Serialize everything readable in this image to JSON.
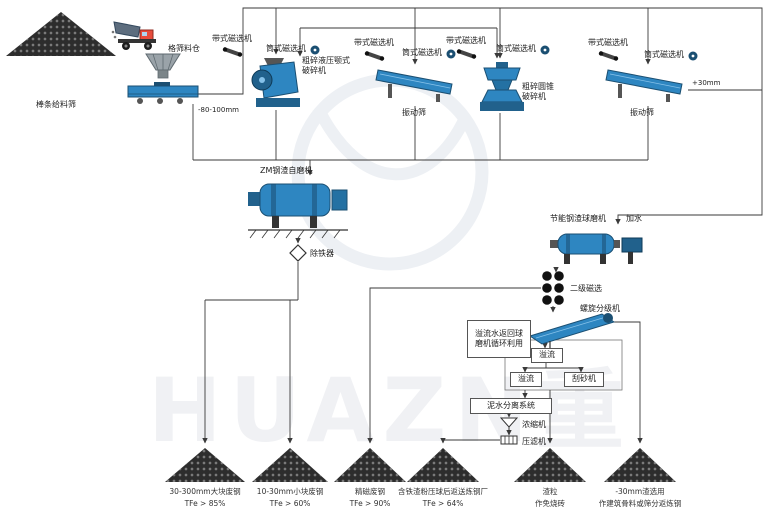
{
  "watermark": {
    "text": "HUAZN重"
  },
  "feed": {
    "silo_label": "格筛料仓",
    "bar_screen_label": "棒条给料筛",
    "undersize": "-80-100mm"
  },
  "stations": [
    {
      "belt": "带式磁选机",
      "drum": "筒式磁选机",
      "name_l1": "粗碎液压颚式",
      "name_l2": "破碎机"
    },
    {
      "belt": "带式磁选机",
      "drum": "筒式磁选机",
      "name_l1": "振动筛",
      "name_l2": ""
    },
    {
      "belt": "带式磁选机",
      "drum": "筒式磁选机",
      "name_l1": "粗碎圆锥",
      "name_l2": "破碎机"
    },
    {
      "belt": "带式磁选机",
      "drum": "筒式磁选机",
      "name_l1": "振动筛",
      "name_l2": "",
      "note": "+30mm"
    }
  ],
  "grinding": {
    "zm_mill": "ZM钢渣自磨机",
    "iron_remover": "除铁器",
    "ball_mill": "节能钢渣球磨机",
    "add_water": "加水",
    "secondary_mag": "二级磁选",
    "classifier": "螺旋分级机"
  },
  "water": {
    "note_l1": "溢流水返回球",
    "note_l2": "磨机循环利用",
    "overflow_a": "溢流",
    "overflow_b": "溢流",
    "scraper": "刮砂机",
    "mud_system": "泥水分离系统",
    "thickener": "浓缩机",
    "filter_press": "压滤机"
  },
  "products": [
    {
      "name": "30-300mm大块废钢",
      "grade": "TFe > 85%"
    },
    {
      "name": "10-30mm小块废钢",
      "grade": "TFe > 60%"
    },
    {
      "name": "精磁废钢",
      "grade": "TFe > 90%"
    },
    {
      "name": "含铁渣粉压球后返送炼钢厂",
      "grade": "TFe > 64%"
    },
    {
      "name": "渣粒",
      "grade": "作免烧砖"
    },
    {
      "name": "-30mm渣选用",
      "grade": "作建筑骨料或筛分返炼钢"
    }
  ],
  "colors": {
    "machine": "#2e86c1",
    "machine_dark": "#1b4f72",
    "line": "#3a3a3a"
  }
}
